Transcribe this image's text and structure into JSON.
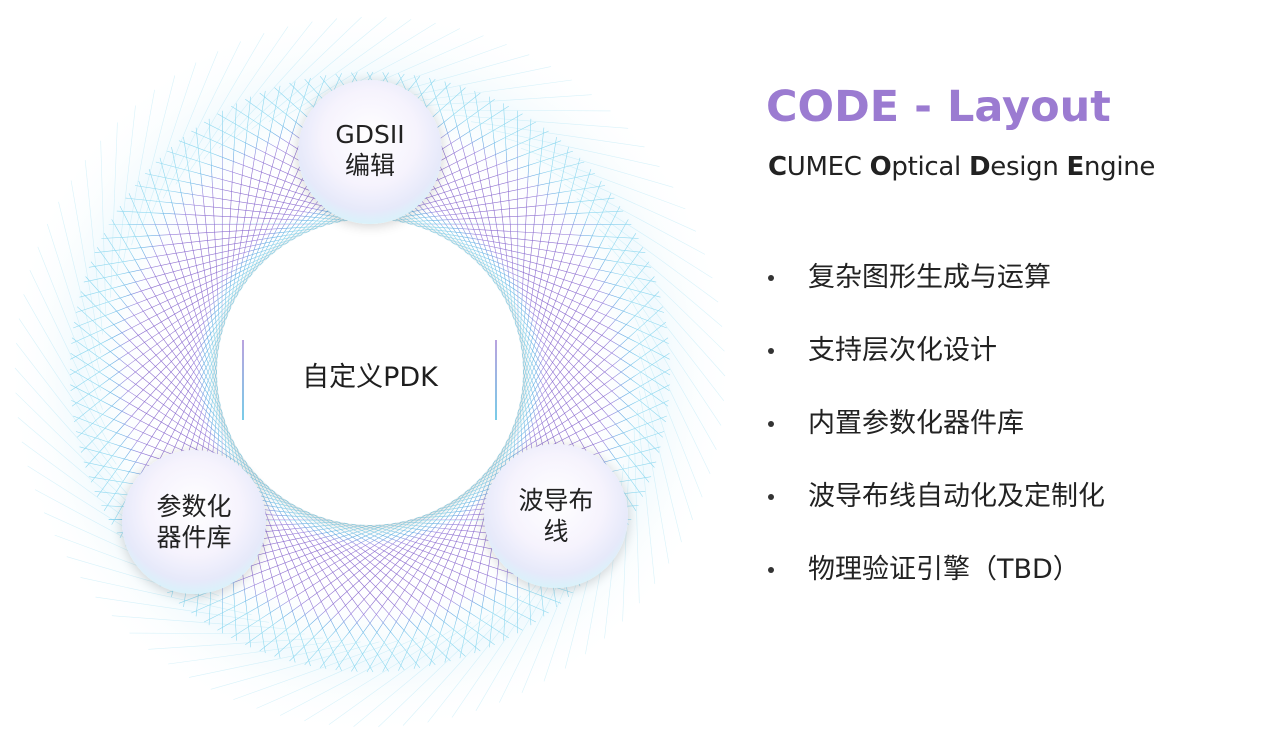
{
  "diagram": {
    "center": "自定义PDK",
    "top_node": [
      "GDSII",
      "编辑"
    ],
    "left_node": [
      "参数化",
      "器件库"
    ],
    "right_node": [
      "波导布",
      "线"
    ]
  },
  "title": "CODE - Layout",
  "subtitle": {
    "parts": [
      {
        "bold": "C",
        "rest": "UMEC "
      },
      {
        "bold": "O",
        "rest": "ptical "
      },
      {
        "bold": "D",
        "rest": "esign "
      },
      {
        "bold": "E",
        "rest": "ngine"
      }
    ]
  },
  "features": [
    "复杂图形生成与运算",
    "支持层次化设计",
    "内置参数化器件库",
    "波导布线自动化及定制化",
    "物理验证引擎（TBD）"
  ],
  "colors": {
    "title": "#9b7bd1",
    "ring_purple": "#7a55c8",
    "ring_cyan": "#36b6dc"
  }
}
